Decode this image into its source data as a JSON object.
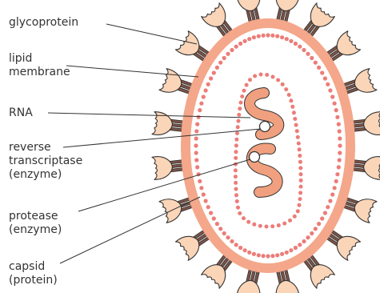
{
  "labels": {
    "glycoprotein": "glycoprotein",
    "lipid_line1": "lipid",
    "lipid_line2": "membrane",
    "rna": "RNA",
    "rt_line1": "reverse",
    "rt_line2": "transcriptase",
    "rt_line3": "(enzyme)",
    "protease_line1": "protease",
    "protease_line2": "(enzyme)",
    "capsid_line1": "capsid",
    "capsid_line2": "(protein)"
  },
  "colors": {
    "membrane": "#f4a78a",
    "glycoprotein_head": "#fbd5b8",
    "glycoprotein_stalk": "#7a5246",
    "capsid_dots": "#ec7c78",
    "rna": "#f0a07e",
    "outline": "#333333"
  }
}
